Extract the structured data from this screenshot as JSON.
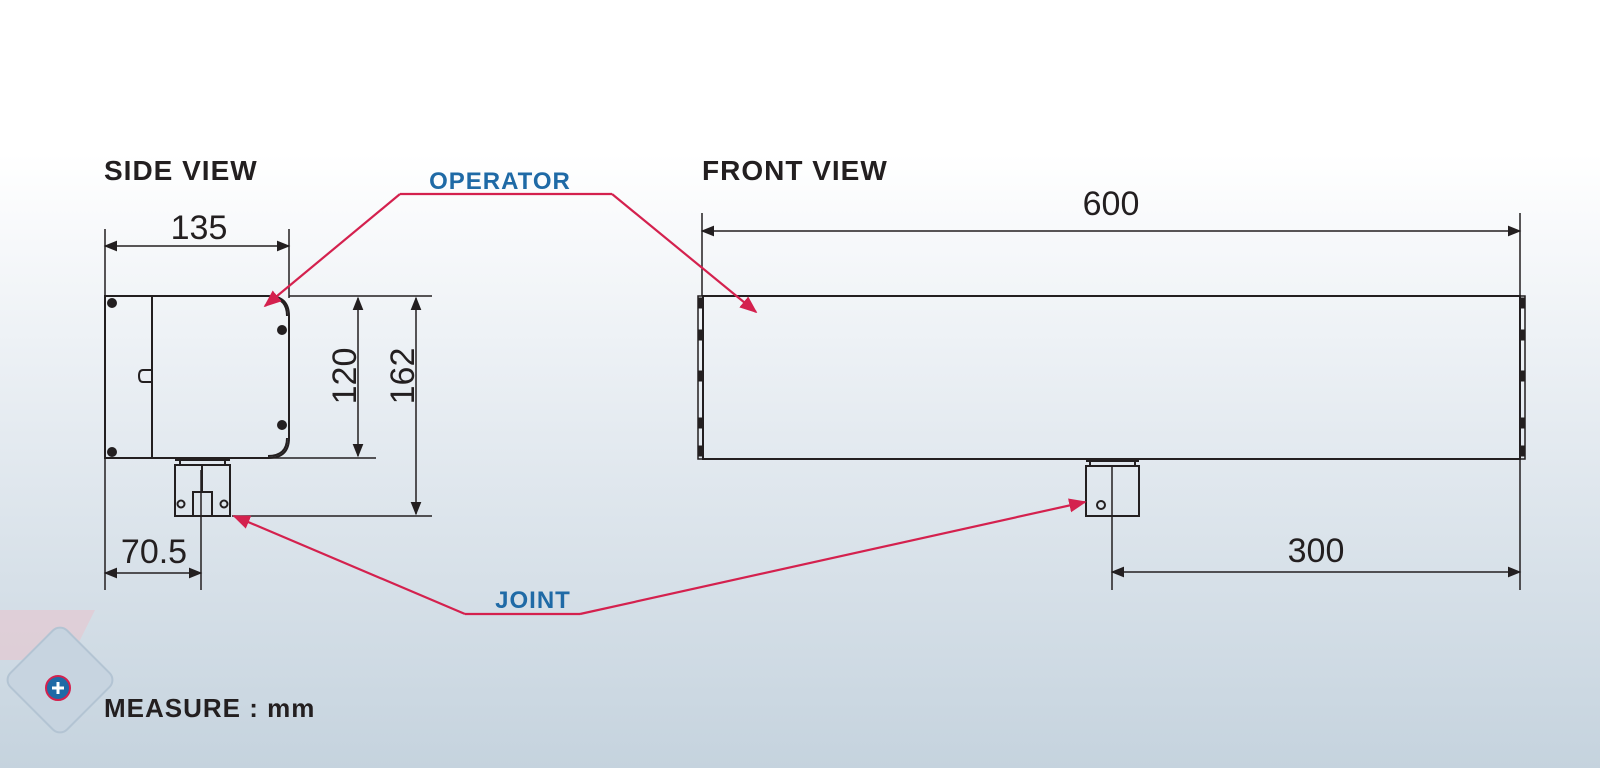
{
  "views": {
    "side_title": "SIDE VIEW",
    "front_title": "FRONT VIEW"
  },
  "callouts": {
    "operator": "OPERATOR",
    "joint": "JOINT"
  },
  "dimensions": {
    "side_width": "135",
    "side_inner_height": "120",
    "side_total_height": "162",
    "side_joint_offset": "70.5",
    "front_length": "600",
    "front_joint_offset": "300"
  },
  "measure": "MEASURE : mm",
  "colors": {
    "callout_line": "#d4214e",
    "callout_text": "#1f6aa6",
    "drawing_line": "#231f20",
    "logo_fill": "#c7d4e0",
    "logo_accent": "#1f6aa6"
  }
}
